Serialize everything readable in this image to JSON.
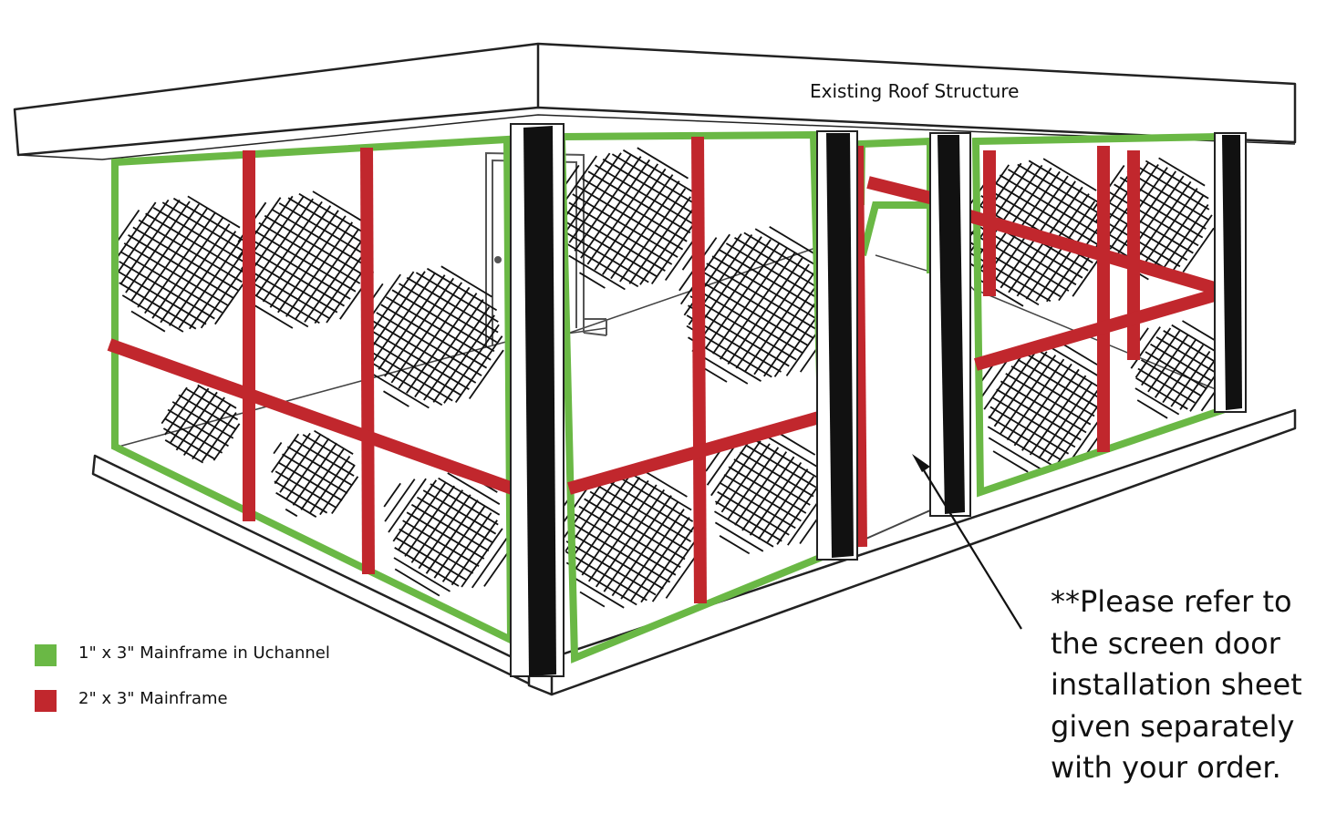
{
  "roof_label": "Existing Roof Structure",
  "legend": [
    {
      "label": "1\" x 3\" Mainframe in Uchannel",
      "color": "#6ab845"
    },
    {
      "label": "2\" x 3\" Mainframe",
      "color": "#c1272d"
    }
  ],
  "note_lines": [
    "**Please refer to",
    "the screen door",
    "installation sheet",
    "given separately",
    "with your order."
  ],
  "colors": {
    "green_frame": "#6ab845",
    "red_frame": "#c1272d",
    "post": "#111111"
  }
}
